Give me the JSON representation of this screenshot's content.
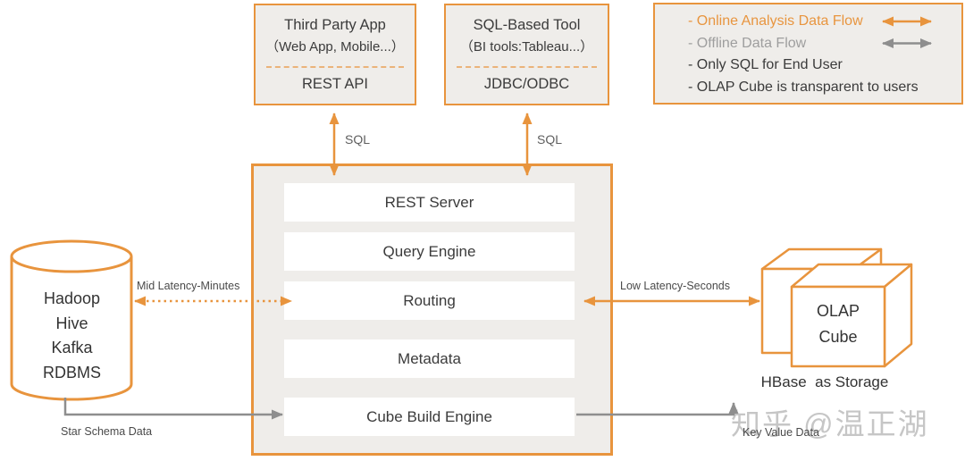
{
  "colors": {
    "accent_orange": "#E8943D",
    "arrow_gray": "#8E8E8E",
    "panel_fill": "#EFEDEA",
    "dark_text": "#3B3B3B",
    "legend_gray_text": "#9E9E9E",
    "watermark_gray": "#C6C6C6"
  },
  "top_boxes": [
    {
      "title": "Third Party App",
      "subtitle": "（Web App, Mobile...）",
      "interface": "REST API"
    },
    {
      "title": "SQL-Based Tool",
      "subtitle": "（BI tools:Tableau...）",
      "interface": "JDBC/ODBC"
    }
  ],
  "legend": {
    "items": [
      {
        "label": "- Online Analysis Data Flow"
      },
      {
        "label": "- Offline Data Flow"
      },
      {
        "label": "- Only SQL for End User"
      },
      {
        "label": "- OLAP Cube is transparent to users"
      }
    ]
  },
  "kylin": {
    "rows": [
      "REST Server",
      "Query Engine",
      "Routing",
      "Metadata",
      "Cube Build Engine"
    ]
  },
  "sources": {
    "items": [
      "Hadoop",
      "Hive",
      "Kafka",
      "RDBMS"
    ]
  },
  "storage": {
    "cube_line1": "OLAP",
    "cube_line2": "Cube",
    "caption": "HBase  as Storage"
  },
  "labels": {
    "sql_left": "SQL",
    "sql_right": "SQL",
    "mid_latency": "Mid Latency-Minutes",
    "low_latency": "Low Latency-Seconds",
    "star_schema": "Star Schema Data",
    "key_value": "Key Value Data"
  },
  "watermark": "知乎 @温正湖"
}
